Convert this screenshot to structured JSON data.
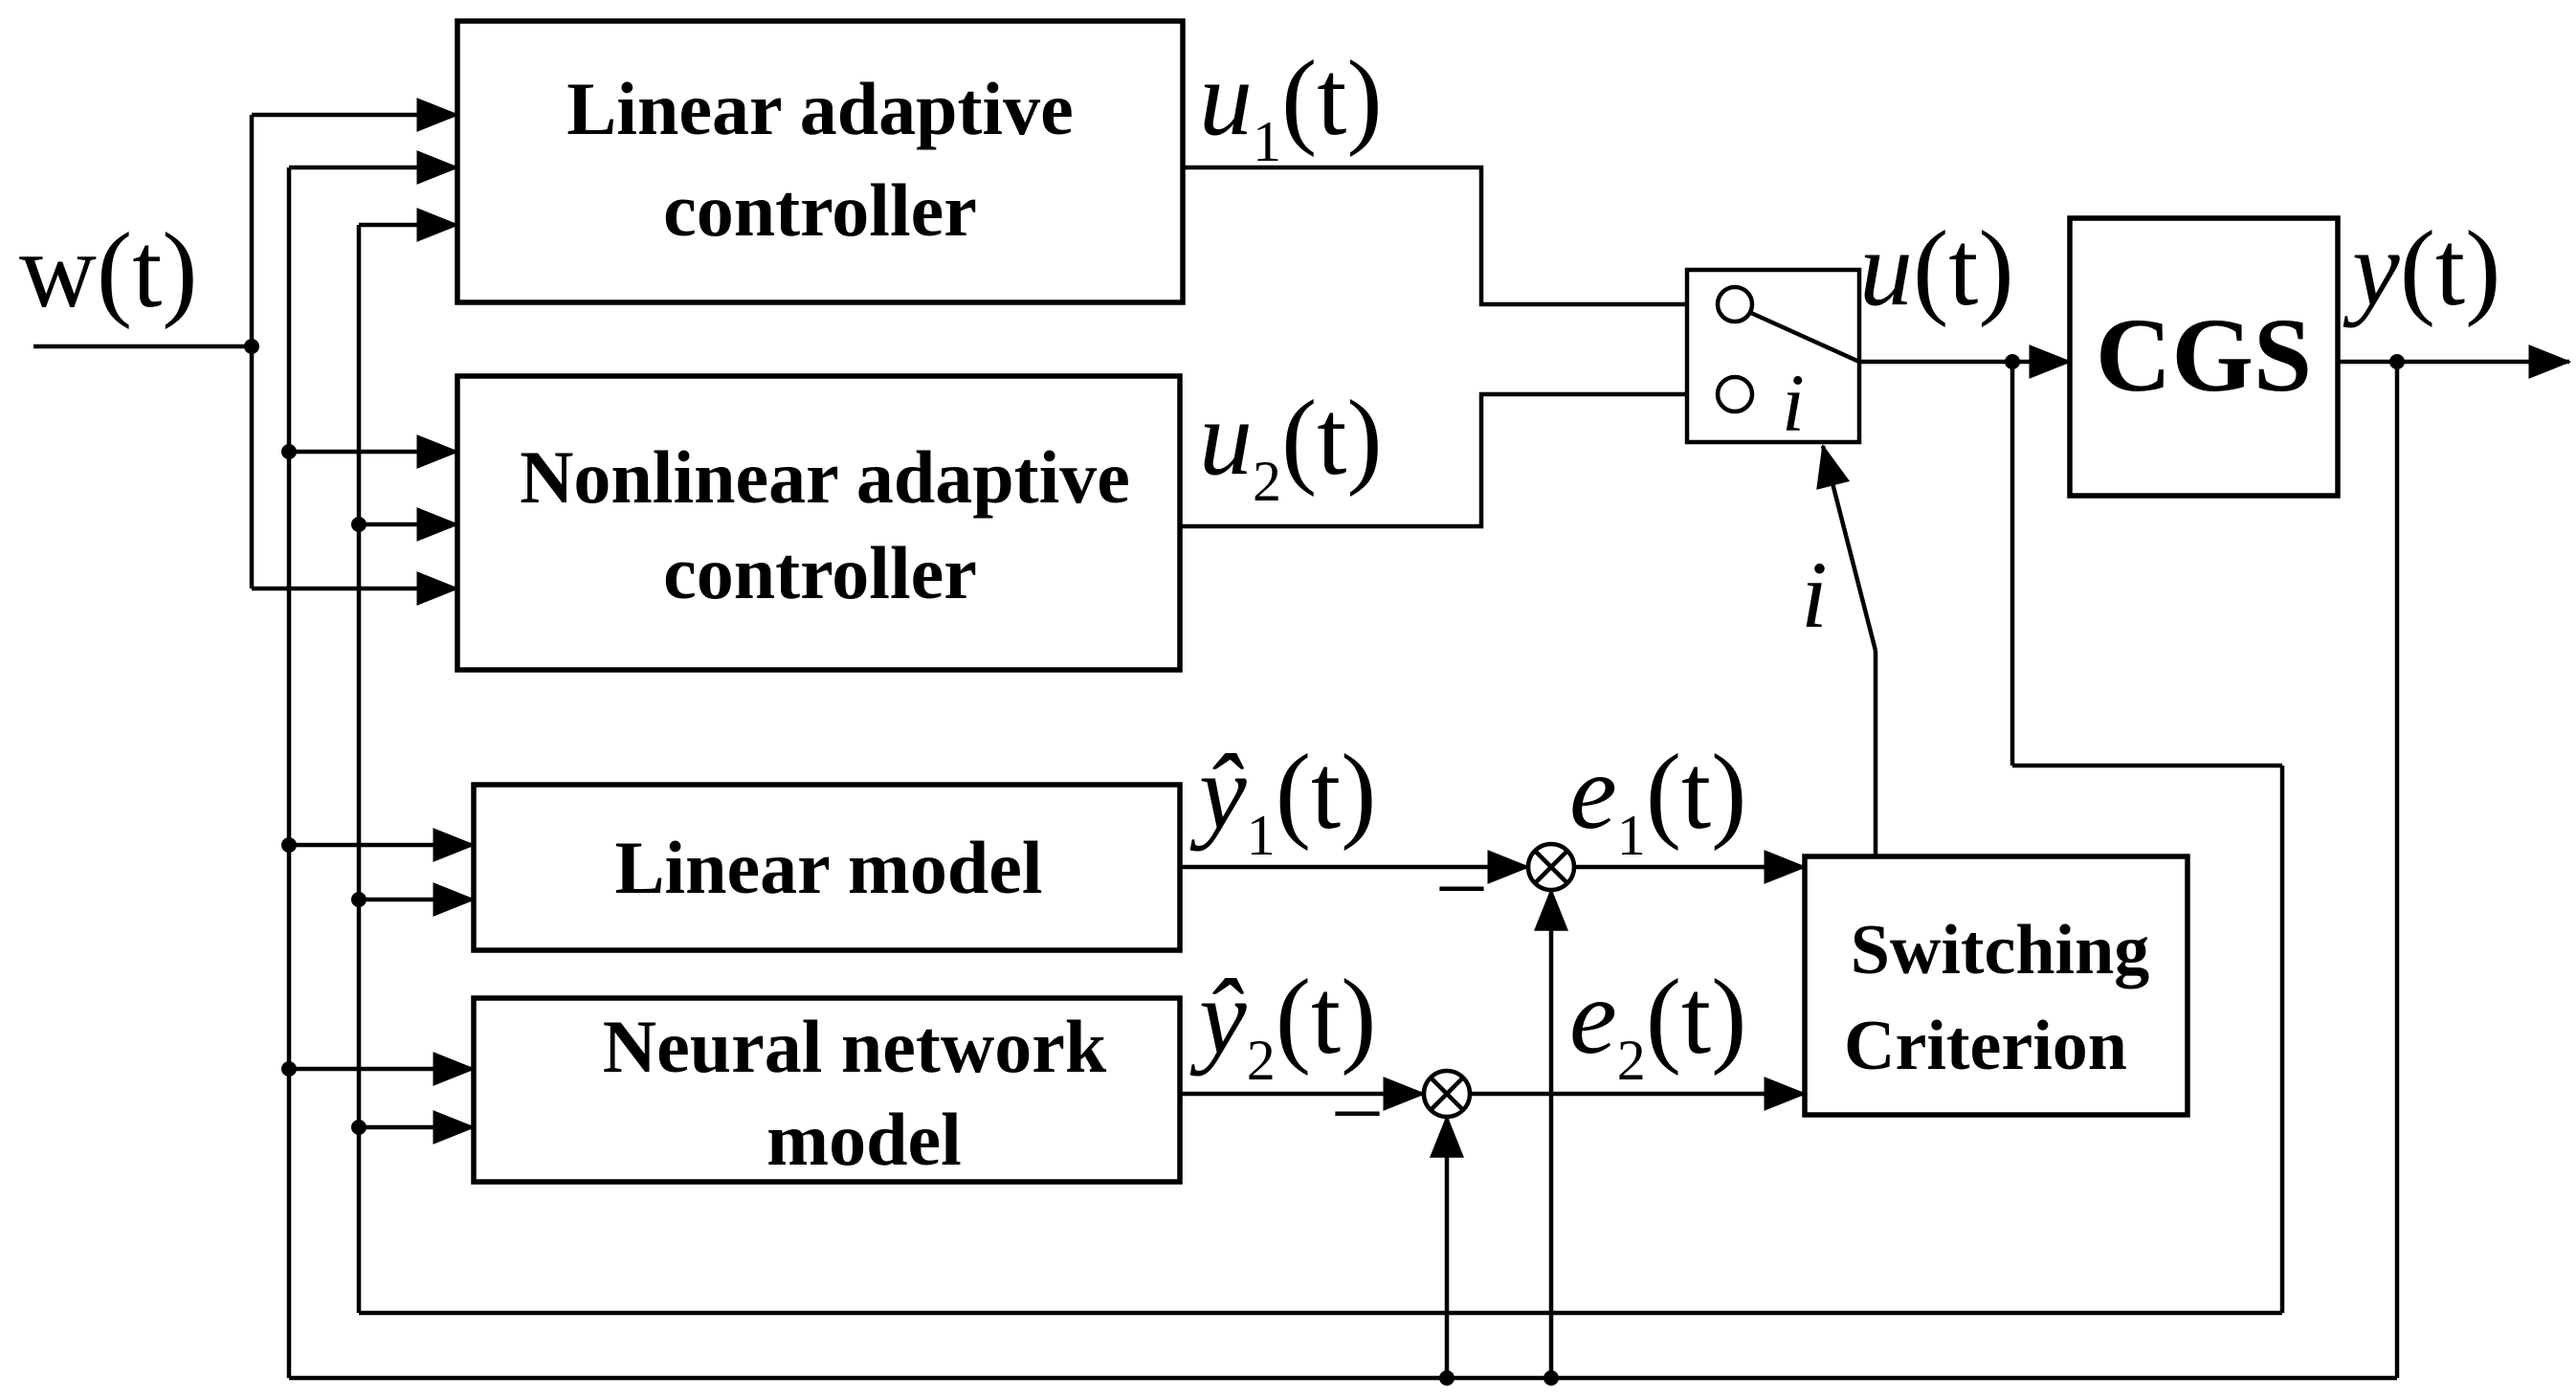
{
  "blocks": {
    "linear_adaptive_controller": [
      "Linear adaptive",
      "controller"
    ],
    "nonlinear_adaptive_controller": [
      "Nonlinear adaptive",
      "controller"
    ],
    "linear_model": [
      "Linear model"
    ],
    "neural_network_model": [
      "Neural network",
      "model"
    ],
    "switching_criterion": [
      "Switching",
      "Criterion"
    ],
    "plant": "CGS"
  },
  "signals": {
    "input": {
      "name": "w",
      "arg": "(t)"
    },
    "u1": {
      "name": "u",
      "sub": "1",
      "arg": "(t)"
    },
    "u2": {
      "name": "u",
      "sub": "2",
      "arg": "(t)"
    },
    "u": {
      "name": "u",
      "arg": "(t)"
    },
    "y": {
      "name": "y",
      "arg": "(t)"
    },
    "y1_hat": {
      "name": "ŷ",
      "sub": "1",
      "arg": "(t)"
    },
    "y2_hat": {
      "name": "ŷ",
      "sub": "2",
      "arg": "(t)"
    },
    "e1": {
      "name": "e",
      "sub": "1",
      "arg": "(t)"
    },
    "e2": {
      "name": "e",
      "sub": "2",
      "arg": "(t)"
    },
    "switch_index": "i",
    "switch_inner_index": "i",
    "minus_sign_1": "–",
    "minus_sign_2": "–"
  },
  "symbols": {
    "summing_junction": "⊗"
  }
}
